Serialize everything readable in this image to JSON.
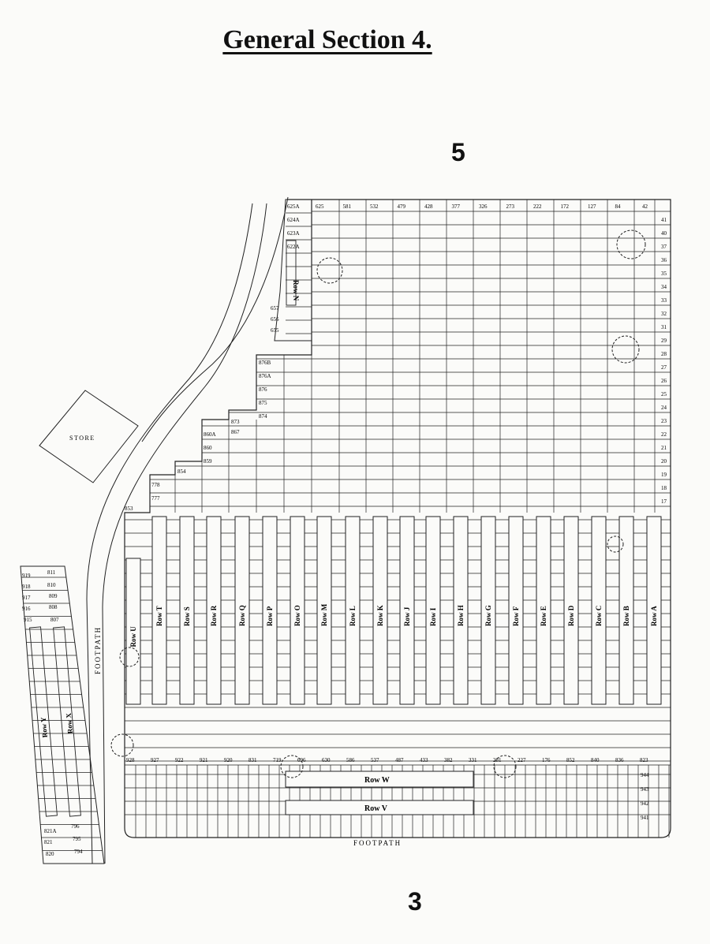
{
  "title": "General Section 4.",
  "page_numbers": {
    "top": "5",
    "bottom": "3"
  },
  "labels": {
    "store": "STORE",
    "footpath_side": "FOOTPATH",
    "footpath_bottom": "FOOTPATH"
  },
  "rows_main": [
    "Row A",
    "Row B",
    "Row C",
    "Row D",
    "Row E",
    "Row F",
    "Row G",
    "Row H",
    "Row I",
    "Row J",
    "Row K",
    "Row L",
    "Row M",
    "Row O",
    "Row P",
    "Row Q",
    "Row R",
    "Row S",
    "Row T",
    "Row U"
  ],
  "rows_other": {
    "n": "Row N",
    "w": "Row W",
    "v": "Row V",
    "x": "Row X",
    "y": "Row Y"
  },
  "sample_plots": {
    "top_row": [
      "625",
      "581",
      "532",
      "479",
      "428",
      "377",
      "326",
      "273",
      "222",
      "172",
      "127",
      "84",
      "42"
    ],
    "row_n_side": [
      "625A",
      "624A",
      "623A",
      "622A"
    ],
    "row_n_column": [
      "657",
      "656",
      "655"
    ],
    "left_wedge": [
      "876B",
      "876A",
      "876",
      "875",
      "874",
      "873",
      "867",
      "860A",
      "860",
      "859",
      "854",
      "778",
      "777",
      "853"
    ],
    "right_column": [
      "41",
      "40",
      "37",
      "36",
      "35",
      "34",
      "33",
      "32",
      "31",
      "29",
      "28",
      "27",
      "26",
      "25",
      "24",
      "23",
      "22",
      "21",
      "20",
      "19",
      "18",
      "17"
    ],
    "grid_bottom": [
      "928",
      "927",
      "922",
      "921",
      "920",
      "831",
      "719",
      "696",
      "630",
      "586",
      "537",
      "487",
      "433",
      "382",
      "331",
      "281",
      "227",
      "176",
      "852",
      "840",
      "836",
      "823"
    ],
    "row_w_v_ends": [
      "944",
      "943",
      "942",
      "941"
    ],
    "left_block": [
      "919",
      "918",
      "917",
      "916",
      "915",
      "811",
      "810",
      "809",
      "808",
      "807",
      "821A",
      "821",
      "820",
      "796",
      "795",
      "794"
    ]
  }
}
